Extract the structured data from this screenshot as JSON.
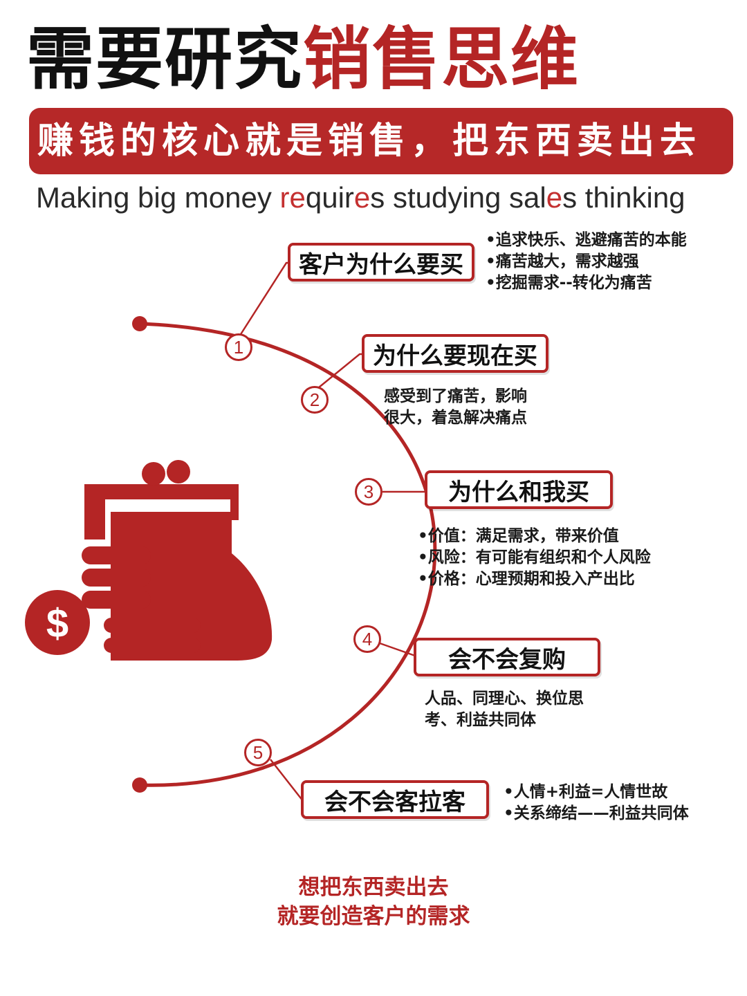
{
  "title": {
    "part_black": "需要研究",
    "part_red": "销售思维"
  },
  "banner": "赚钱的核心就是销售，把东西卖出去",
  "subtitle": {
    "s1": "Making big money ",
    "s2": "re",
    "s3": "quir",
    "s4": "e",
    "s5": "s studying sal",
    "s6": "e",
    "s7": "s thinking"
  },
  "colors": {
    "accent": "#b42525",
    "text": "#111111"
  },
  "icon": "wallet-with-coins-icon",
  "steps": [
    {
      "number": "1",
      "title": "客户为什么要买",
      "notes": [
        "•追求快乐、逃避痛苦的本能",
        "•痛苦越大，需求越强",
        "•挖掘需求--转化为痛苦"
      ]
    },
    {
      "number": "2",
      "title": "为什么要现在买",
      "notes": [
        "感受到了痛苦，影响",
        "很大，着急解决痛点"
      ]
    },
    {
      "number": "3",
      "title": "为什么和我买",
      "notes": [
        "•价值：满足需求，带来价值",
        "•风险：有可能有组织和个人风险",
        "•价格：心理预期和投入产出比"
      ]
    },
    {
      "number": "4",
      "title": "会不会复购",
      "notes": [
        "人品、同理心、换位思",
        "考、利益共同体"
      ]
    },
    {
      "number": "5",
      "title": "会不会客拉客",
      "notes": [
        "•人情+利益=人情世故",
        "•关系缔结——利益共同体"
      ]
    }
  ],
  "footer": {
    "line1": "想把东西卖出去",
    "line2": "就要创造客户的需求"
  }
}
